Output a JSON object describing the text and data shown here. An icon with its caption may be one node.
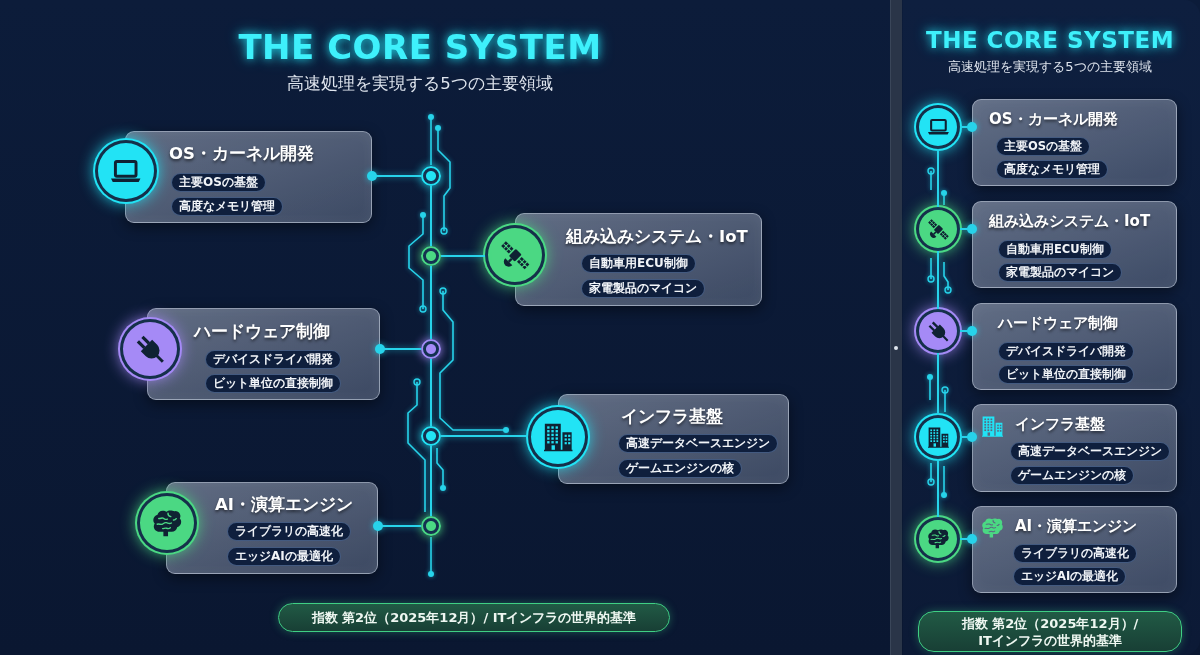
{
  "diagram": {
    "title": "THE CORE SYSTEM",
    "nodes": [
      {
        "text": [
          "OS・カーネル開発",
          "主要OSの基盤",
          "高度なメモリ管理"
        ]
      },
      {
        "text": [],
        "shape": "circle"
      },
      {
        "text": [
          "組み込みシステム・IoT",
          "自動車用ECU制御",
          "家電製品のマイコン"
        ]
      },
      {
        "text": [],
        "shape": "circle"
      },
      {
        "text": [
          "ハードウェア制御",
          "デバイスドライバ開発",
          "ビット単位の直接制御"
        ]
      },
      {
        "text": [],
        "shape": "circle"
      },
      {
        "text": [
          "インフラ基盤",
          "高速データベースエンジン",
          "ゲームエンジンの核"
        ]
      },
      {
        "text": [],
        "shape": "circle"
      },
      {
        "text": [
          "AI・演算エンジン",
          "ライブラリの高速化",
          "エッジAIの最適化"
        ]
      },
      {
        "text": [],
        "shape": "circle"
      },
      {
        "text": [],
        "shape": "circle"
      },
      {
        "text": [],
        "shape": "circle"
      },
      {
        "text": [],
        "shape": "circle"
      },
      {
        "text": [],
        "shape": "circle"
      },
      {
        "text": [],
        "shape": "circle"
      },
      {
        "text": [
          "指数 第2位（2025年12月）/ ITインフラの世界的基準"
        ]
      },
      {
        "text": [
          "THE CORE SYSTEM",
          "高速処理を実現する5つの主要領域"
        ]
      },
      {
        "text": [
          "OS・カーネル開発",
          "主要OSの基盤",
          "高度なメモリ管理"
        ],
        "in": 16
      },
      {
        "text": [
          "組み込みシステム・IoT",
          "自動車用ECU制御",
          "家電製品のマイコン"
        ],
        "in": 16
      },
      {
        "text": [
          "ハードウェア制御",
          "デバイスドライバ開発",
          "ビット単位の直接制御"
        ],
        "in": 16
      },
      {
        "text": [
          "インフラ基盤",
          "高速データベースエンジン",
          "ゲームエンジンの核"
        ],
        "in": 16
      },
      {
        "text": [
          "AI・演算エンジン",
          "ライブラリの高速化",
          "エッジAIの最適化"
        ],
        "in": 16
      },
      {
        "text": [],
        "shape": "circle",
        "in": 16
      },
      {
        "text": [],
        "shape": "circle",
        "in": 16
      },
      {
        "text": [],
        "shape": "circle",
        "in": 16
      },
      {
        "text": [],
        "shape": "circle",
        "in": 16
      },
      {
        "text": [],
        "shape": "circle",
        "in": 16
      },
      {
        "text": [
          "指数 第2位（2025年12月）/ ITインフラの世界的基準"
        ],
        "in": 16
      }
    ],
    "edges": [
      {
        "from": 10,
        "to": 0,
        "arrow": "other"
      },
      {
        "from": 11,
        "to": 3,
        "arrow": "none"
      },
      {
        "from": 12,
        "to": 4,
        "arrow": "other"
      },
      {
        "from": 13,
        "to": 7,
        "arrow": "none"
      },
      {
        "from": 14,
        "to": 8,
        "arrow": "other"
      },
      {
        "from": 10,
        "to": 11,
        "arrow": "none"
      },
      {
        "from": 11,
        "to": 12,
        "arrow": "none"
      },
      {
        "from": 12,
        "to": 13,
        "arrow": "none"
      },
      {
        "from": 13,
        "to": 14,
        "arrow": "none"
      },
      {
        "from": 22,
        "to": 17,
        "arrow": "other"
      },
      {
        "from": 23,
        "to": 18,
        "arrow": "other"
      },
      {
        "from": 24,
        "to": 19,
        "arrow": "other"
      },
      {
        "from": 25,
        "to": 20,
        "arrow": "other"
      },
      {
        "from": 26,
        "to": 21,
        "arrow": "other"
      },
      {
        "from": 22,
        "to": 23,
        "arrow": "none"
      },
      {
        "from": 23,
        "to": 24,
        "arrow": "none"
      },
      {
        "from": 24,
        "to": 25,
        "arrow": "none"
      },
      {
        "from": 25,
        "to": 26,
        "arrow": "none"
      }
    ],
    "labels": [
      "高速処理を実現する5つの主要領域"
    ]
  }
}
